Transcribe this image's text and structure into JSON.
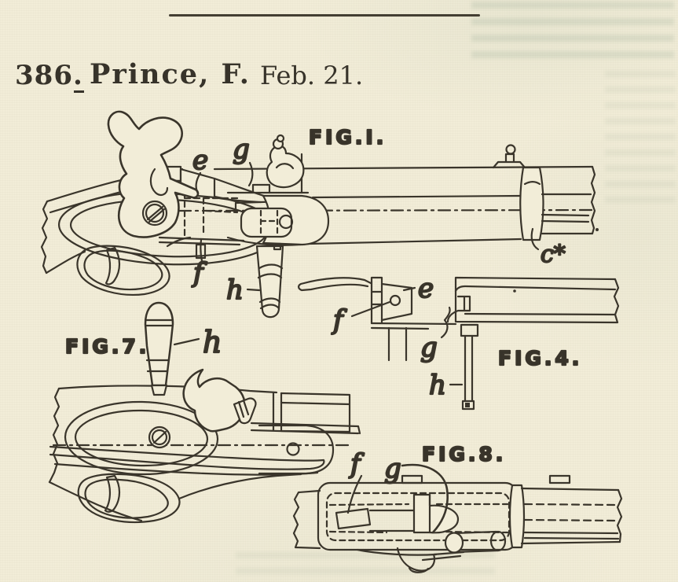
{
  "document": {
    "colors": {
      "paper": "#f2edd8",
      "ink": "#3a352b"
    },
    "entry": {
      "number": "386.",
      "inventor": "Prince, F.",
      "date": "Feb. 21."
    },
    "figures": {
      "fig1": {
        "caption": "FIG.I.",
        "labels": {
          "e": "e",
          "g": "g",
          "f": "f",
          "h": "h",
          "c_star": "c*"
        }
      },
      "fig7": {
        "caption": "FIG.7.",
        "labels": {
          "h": "h"
        }
      },
      "fig4": {
        "caption": "FIG.4.",
        "labels": {
          "e": "e",
          "f": "f",
          "g": "g",
          "h": "h"
        }
      },
      "fig8": {
        "caption": "FIG.8.",
        "labels": {
          "f": "f",
          "g": "g"
        }
      }
    }
  }
}
